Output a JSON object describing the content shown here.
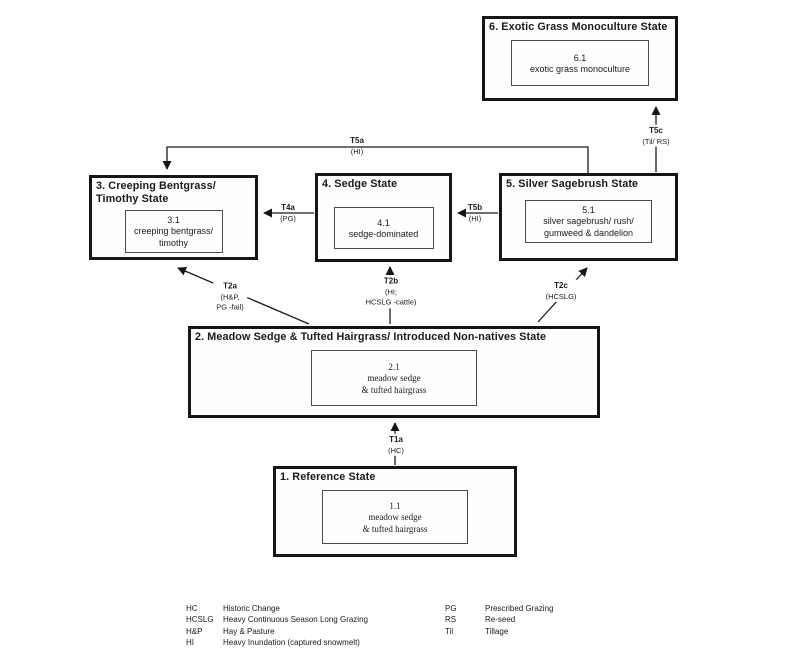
{
  "page": {
    "background": "#ffffff",
    "ink": "#1a1a1a"
  },
  "diagram": {
    "type": "state-and-transition-model",
    "states": {
      "s6": {
        "title": "6. Exotic Grass Monoculture State",
        "community_id": "6.1",
        "community_name": "exotic grass monoculture"
      },
      "s3": {
        "title": "3. Creeping Bentgrass/\nTimothy State",
        "community_id": "3.1",
        "community_name": "creeping bentgrass/\ntimothy"
      },
      "s4": {
        "title": "4. Sedge State",
        "community_id": "4.1",
        "community_name": "sedge-dominated"
      },
      "s5": {
        "title": "5. Silver Sagebrush State",
        "community_id": "5.1",
        "community_name": "silver sagebrush/ rush/\ngumweed & dandelion"
      },
      "s2": {
        "title": "2. Meadow Sedge & Tufted Hairgrass/ Introduced Non-natives State",
        "community_id": "2.1",
        "community_name": "meadow sedge\n& tufted hairgrass"
      },
      "s1": {
        "title": "1. Reference State",
        "community_id": "1.1",
        "community_name": "meadow sedge\n& tufted hairgrass"
      }
    },
    "transitions": {
      "t5a": {
        "code": "T5a",
        "causes": "(HI)",
        "from": "s5",
        "to": "s3"
      },
      "t5c": {
        "code": "T5c",
        "causes": "(Til/ RS)",
        "from": "s5",
        "to": "s6"
      },
      "t4a": {
        "code": "T4a",
        "causes": "(PG)",
        "from": "s4",
        "to": "s3"
      },
      "t5b": {
        "code": "T5b",
        "causes": "(HI)",
        "from": "s5",
        "to": "s4"
      },
      "t2a": {
        "code": "T2a",
        "causes": "(H&P,\nPG -fail)",
        "from": "s2",
        "to": "s3"
      },
      "t2b": {
        "code": "T2b",
        "causes": "(HI;\nHCSLG -cattle)",
        "from": "s2",
        "to": "s4"
      },
      "t2c": {
        "code": "T2c",
        "causes": "(HCSLG)",
        "from": "s2",
        "to": "s5"
      },
      "t1a": {
        "code": "T1a",
        "causes": "(HC)",
        "from": "s1",
        "to": "s2"
      }
    },
    "legend": {
      "entries_left": [
        {
          "abbr": "HC",
          "meaning": "Historic Change"
        },
        {
          "abbr": "HCSLG",
          "meaning": "Heavy Continuous Season Long Grazing"
        },
        {
          "abbr": "H&P",
          "meaning": "Hay & Pasture"
        },
        {
          "abbr": "HI",
          "meaning": "Heavy Inundation (captured snowmelt)"
        }
      ],
      "entries_right": [
        {
          "abbr": "PG",
          "meaning": "Prescribed Grazing"
        },
        {
          "abbr": "RS",
          "meaning": "Re-seed"
        },
        {
          "abbr": "Til",
          "meaning": "Tillage"
        }
      ]
    }
  }
}
